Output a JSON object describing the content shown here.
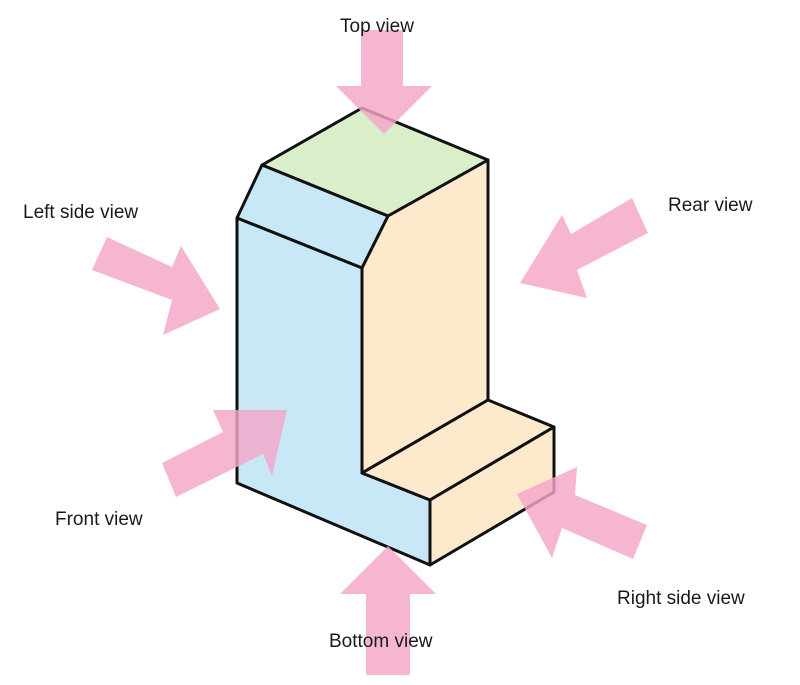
{
  "labels": {
    "top": "Top view",
    "left_side": "Left side view",
    "rear": "Rear view",
    "front": "Front view",
    "right_side": "Right side view",
    "bottom": "Bottom view"
  },
  "colors": {
    "arrow": "#f4a6c8",
    "face_top": "#d9efc9",
    "face_front": "#c9e8f7",
    "face_side": "#fde9cc",
    "outline": "#111111"
  }
}
